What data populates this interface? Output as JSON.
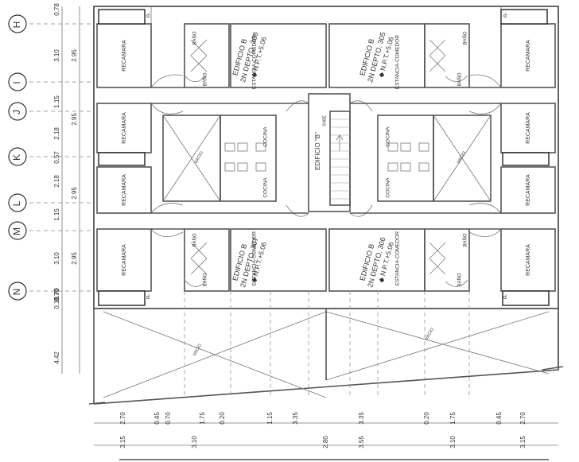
{
  "grid_axes": [
    "H",
    "I",
    "J",
    "K",
    "L",
    "M",
    "N"
  ],
  "dims_vertical_outer": [
    "0.78",
    "3.10",
    "1.15",
    "2.18",
    "0.57",
    "2.18",
    "1.15",
    "3.10",
    "0.70",
    "0.15",
    "0.70",
    "4.42"
  ],
  "dims_vertical_inner": [
    "2.95",
    "2.95",
    "2.95",
    "2.95"
  ],
  "dims_horizontal_row1": [
    "2.70",
    "0.45",
    "0.70",
    "1.75",
    "0.20",
    "1.15",
    "3.35",
    "3.35",
    "0.20",
    "1.75",
    "0.45",
    "2.70"
  ],
  "dims_horizontal_row2": [
    "3.15",
    "3.10",
    "2.80",
    "3.55",
    "3.10",
    "3.15"
  ],
  "apartments": {
    "label_building": "EDIFICIO B",
    "units": [
      "2N DEPTO. 308",
      "2N DEPTO. 305",
      "2N DEPTO. 307",
      "2N DEPTO. 306"
    ],
    "level": "N.P.T.+5.06"
  },
  "room_labels": {
    "recamara": "RECAMARA",
    "bano": "BAÑO",
    "estancia": "ESTANCIA-COMEDOR",
    "cocina": "COCINA",
    "vacio": "VACIO",
    "edificio_center": "EDIFICIO \"B\"",
    "sube": "SUBE",
    "ducto": "d"
  }
}
